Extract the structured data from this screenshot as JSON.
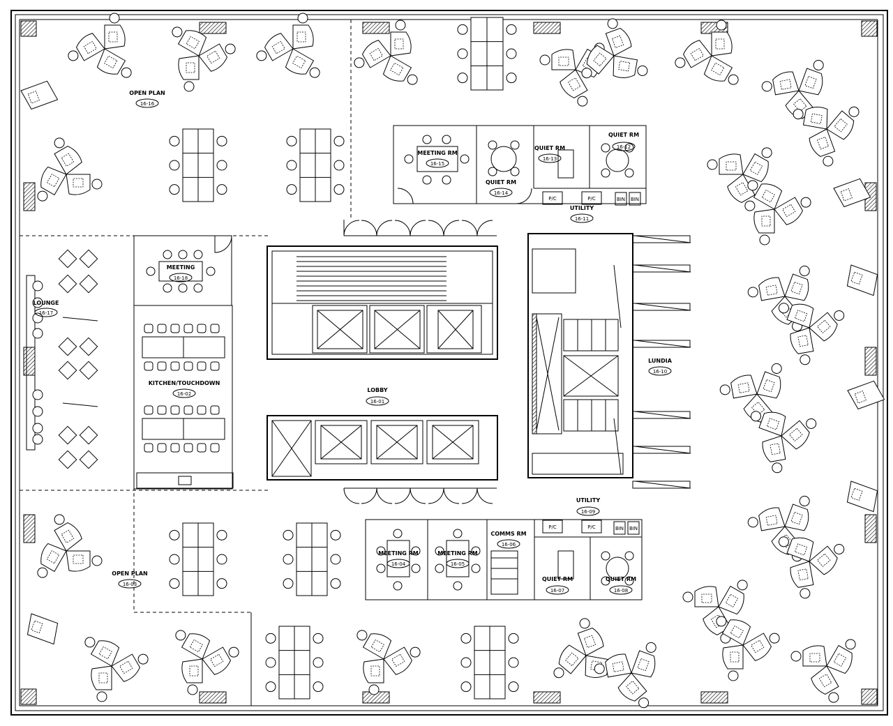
{
  "rooms": [
    {
      "id": "open_plan_north",
      "label": "OPEN PLAN",
      "number": "16-16"
    },
    {
      "id": "meeting_rm_15",
      "label": "MEETING RM",
      "number": "16-15"
    },
    {
      "id": "quiet_rm_14",
      "label": "QUIET RM",
      "number": "16-14"
    },
    {
      "id": "quiet_rm_13",
      "label": "QUIET RM",
      "number": "16-13"
    },
    {
      "id": "quiet_rm_12",
      "label": "QUIET RM",
      "number": "16-12"
    },
    {
      "id": "utility_11",
      "label": "UTILITY",
      "number": "16-11"
    },
    {
      "id": "meeting_18",
      "label": "MEETING",
      "number": "16-18"
    },
    {
      "id": "lounge",
      "label": "LOUNGE",
      "number": "16-17"
    },
    {
      "id": "kitchen",
      "label": "KITCHEN/TOUCHDOWN",
      "number": "16-02"
    },
    {
      "id": "lobby",
      "label": "LOBBY",
      "number": "16-01"
    },
    {
      "id": "lundia",
      "label": "LUNDIA",
      "number": "16-10"
    },
    {
      "id": "utility_09",
      "label": "UTILITY",
      "number": "16-09"
    },
    {
      "id": "open_plan_south",
      "label": "OPEN PLAN",
      "number": "16-03"
    },
    {
      "id": "meeting_rm_04",
      "label": "MEETING RM",
      "number": "16-04"
    },
    {
      "id": "meeting_rm_05",
      "label": "MEETING RM",
      "number": "16-05"
    },
    {
      "id": "comms_rm",
      "label": "COMMS RM",
      "number": "16-06"
    },
    {
      "id": "quiet_rm_07",
      "label": "QUIET RM",
      "number": "16-07"
    },
    {
      "id": "quiet_rm_08",
      "label": "QUIET RM",
      "number": "16-08"
    }
  ],
  "fixtures": {
    "pc_label": "P/C",
    "bin_label": "BIN"
  }
}
